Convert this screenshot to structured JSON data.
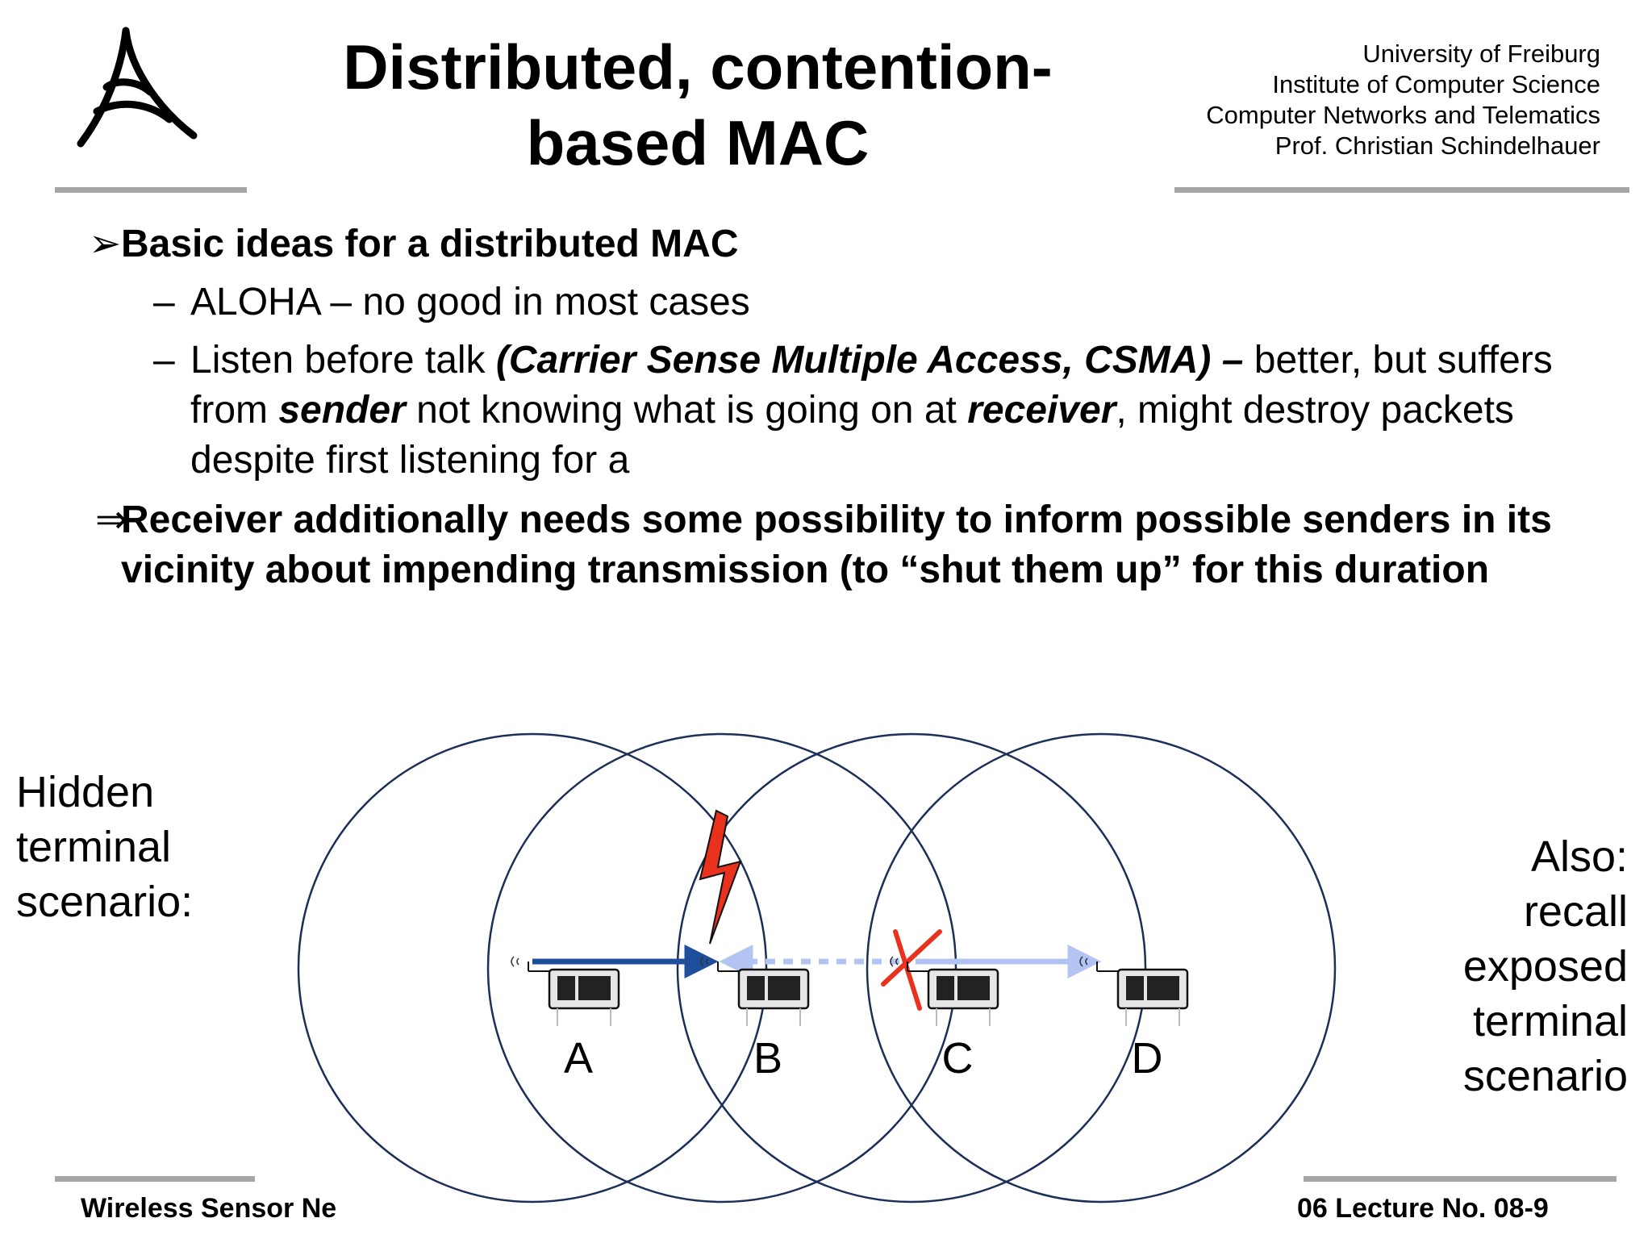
{
  "header": {
    "title_line1": "Distributed, contention-",
    "title_line2": "based MAC",
    "affiliation": [
      "University of Freiburg",
      "Institute of Computer Science",
      "Computer Networks and Telematics",
      "Prof. Christian Schindelhauer"
    ]
  },
  "content": {
    "bullet_marker": "➢",
    "heading": "Basic ideas for a distributed MAC",
    "dash": "–",
    "item1": "ALOHA – no good in most cases",
    "item2": {
      "t1": "Listen before talk ",
      "t2": "(Carrier Sense Multiple Access, CSMA) –",
      "t3": " better, but suffers from ",
      "t4": "sender",
      "t5": " not knowing what is going on at ",
      "t6": "receiver",
      "t7": ", might destroy packets despite first listening for a"
    },
    "conclusion_marker": "⇒",
    "conclusion": "Receiver additionally needs some possibility to inform possible senders in its vicinity about impending transmission (to “shut them up” for this duration"
  },
  "side_left": [
    "Hidden",
    "terminal",
    "scenario:"
  ],
  "side_right": [
    "Also:",
    "recall",
    "exposed",
    "terminal",
    "scenario"
  ],
  "diagram": {
    "nodes": [
      "A",
      "B",
      "C",
      "D"
    ],
    "colors": {
      "circle": "#1c2f57",
      "arrow_dark": "#1f4e9c",
      "arrow_light": "#b3c4f2",
      "lightning": "#e8321e",
      "cross": "#e8321e"
    },
    "icons": [
      "lightning-icon",
      "cross-icon",
      "antenna-icon",
      "sensor-node-icon"
    ]
  },
  "footer": {
    "left": "Wireless Sensor Ne",
    "right": "06 Lecture No. 08-9"
  }
}
